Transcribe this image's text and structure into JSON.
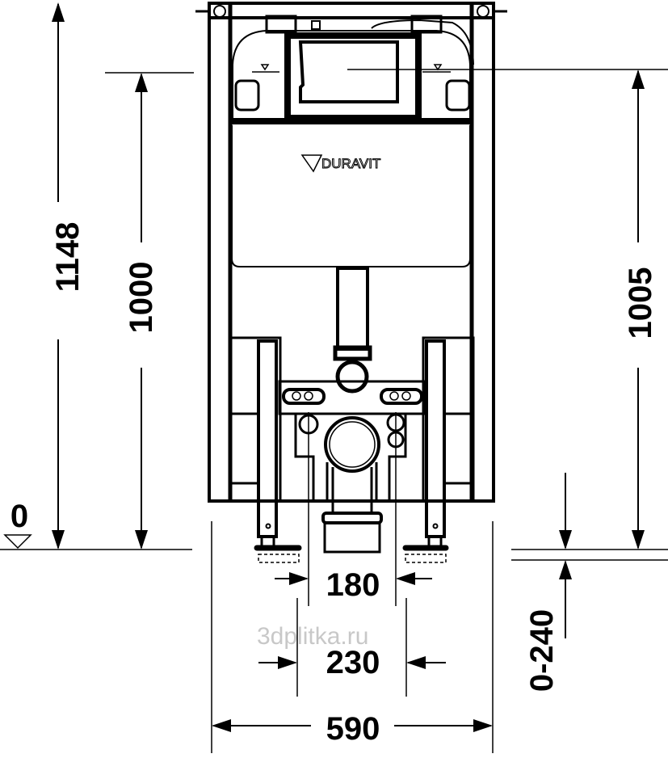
{
  "drawing": {
    "brand_logo": "DURAVIT",
    "watermark": "3dplitka.ru",
    "dimensions": {
      "total_height": "1148",
      "actuator_height": "1000",
      "right_height": "1005",
      "floor_level": "0",
      "pipe_spacing_inner": "180",
      "pipe_spacing_outer": "230",
      "frame_width": "590",
      "leg_adjustment": "0-240"
    }
  }
}
